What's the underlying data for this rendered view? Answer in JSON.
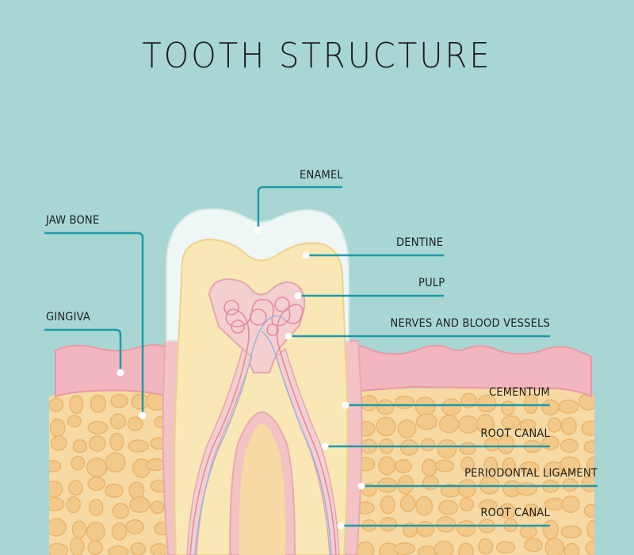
{
  "title": "TOOTH STRUCTURE",
  "colors": {
    "background": "#a7d6d3",
    "leader": "#1f9aa5",
    "enamel": "#eef7f6",
    "dentine": "#f9e7b6",
    "pulp": "#f3cfd0",
    "gum": "#f2b8c0",
    "bone": "#f3cf92"
  },
  "labels": {
    "enamel": "ENAMEL",
    "dentine": "DENTINE",
    "pulp": "PULP",
    "nerves": "NERVES AND BLOOD VESSELS",
    "cementum": "CEMENTUM",
    "root_canal_1": "ROOT CANAL",
    "periodontal": "PERIODONTAL LIGAMENT",
    "root_canal_2": "ROOT CANAL",
    "jaw_bone": "JAW BONE",
    "gingiva": "GINGIVA"
  }
}
